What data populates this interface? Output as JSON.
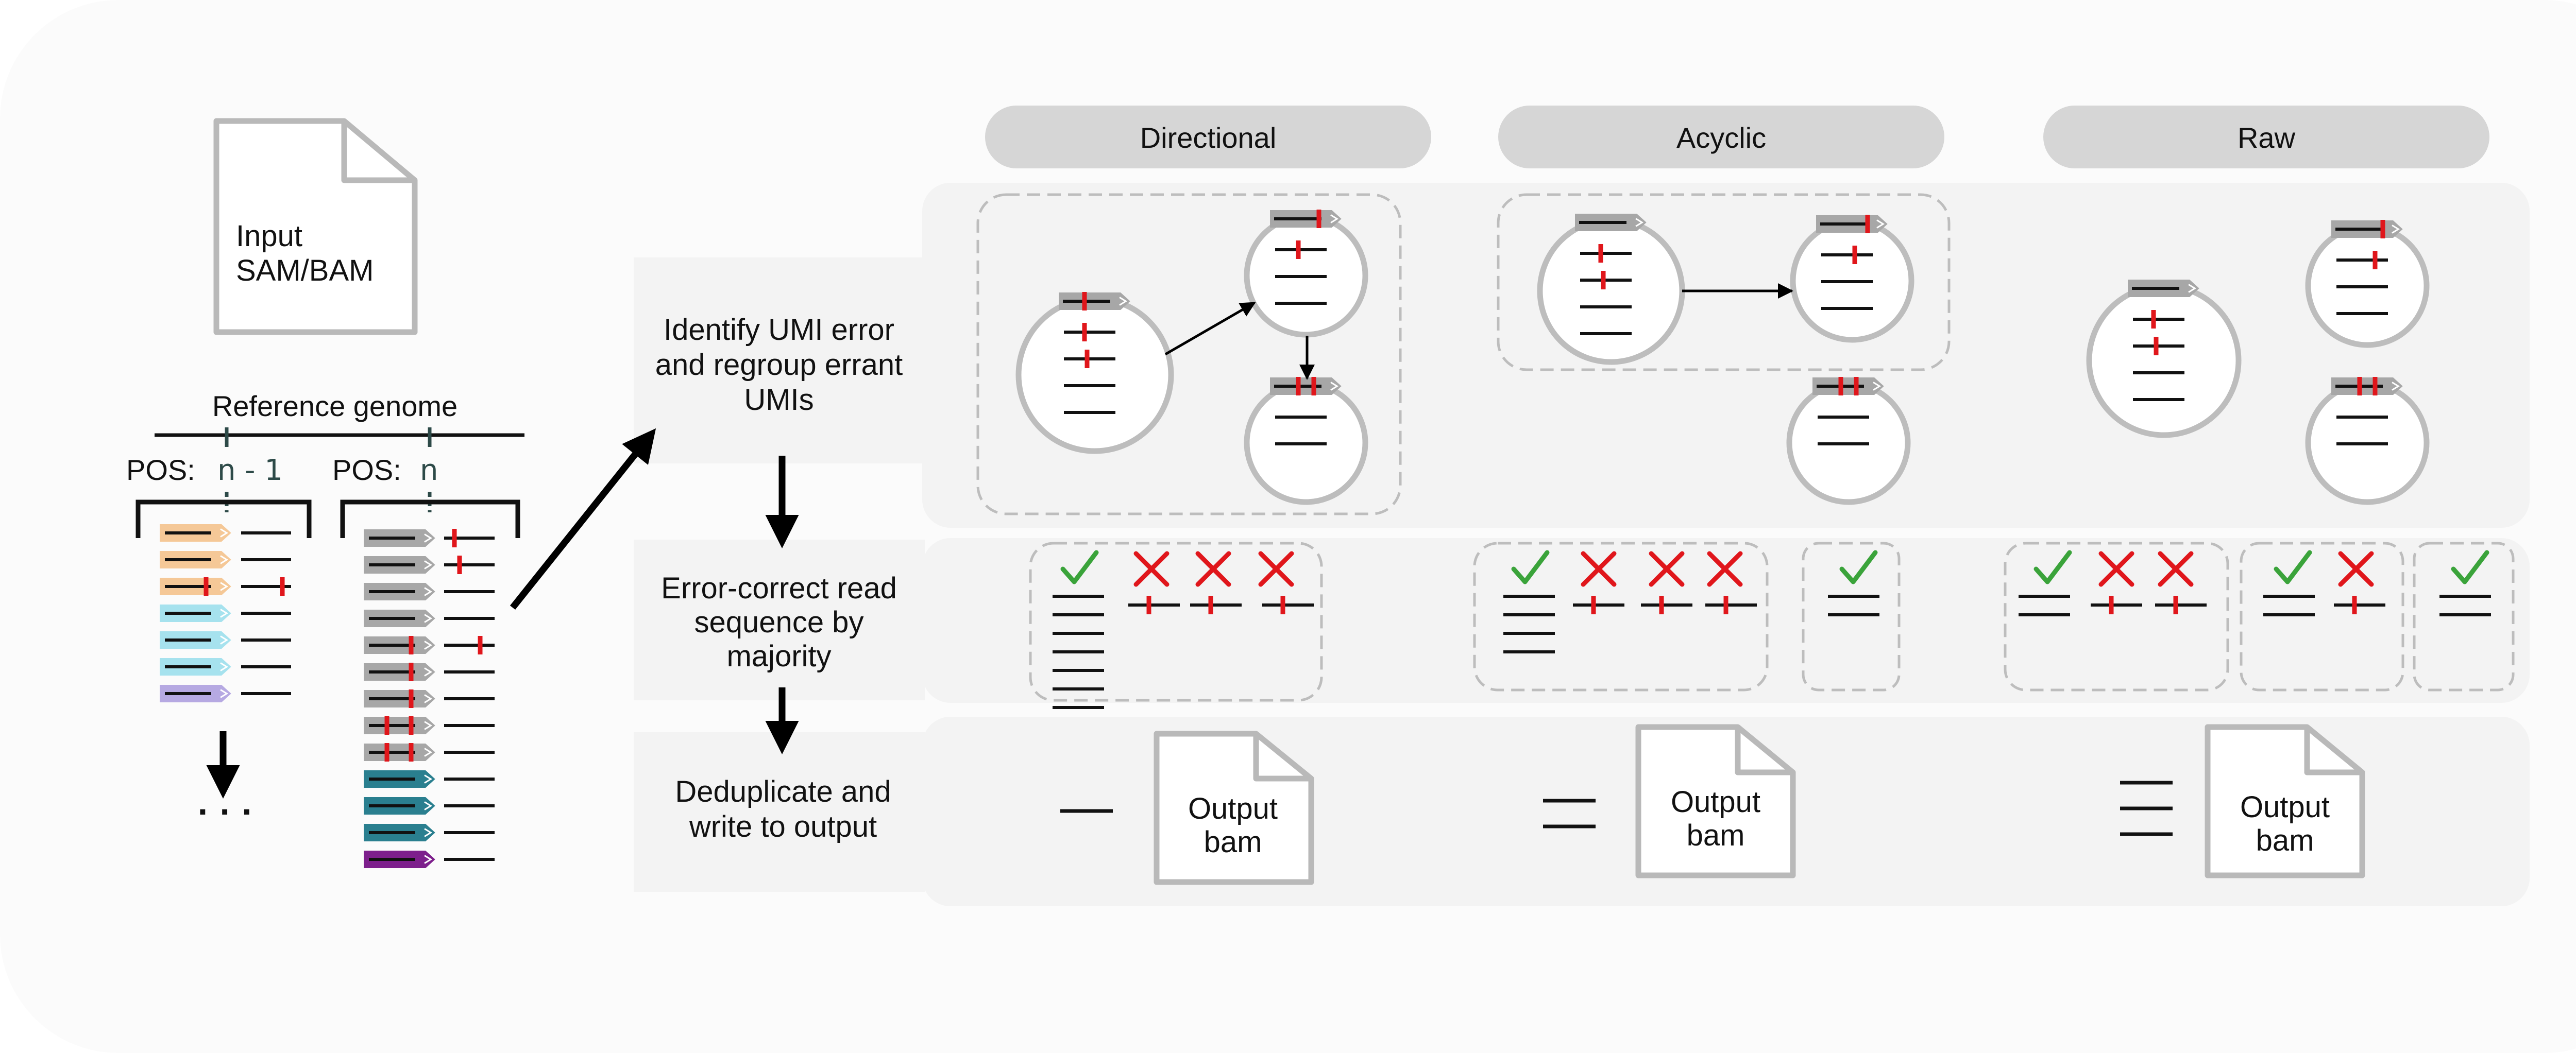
{
  "input": {
    "line1": "Input",
    "line2": "SAM/BAM"
  },
  "reference": {
    "title": "Reference genome",
    "pos1_label": "POS:",
    "pos1_value": "n - 1",
    "pos2_label": "POS:",
    "pos2_value": "n",
    "ellipsis": "· · ·"
  },
  "methods": [
    "Directional",
    "Acyclic",
    "Raw"
  ],
  "steps": [
    {
      "lines": [
        "Identify UMI error",
        "and regroup errant",
        "UMIs"
      ]
    },
    {
      "lines": [
        "Error-correct read",
        "sequence by",
        "majority"
      ]
    },
    {
      "lines": [
        "Deduplicate and",
        "write to output"
      ]
    }
  ],
  "output": {
    "line1": "Output",
    "line2": "bam"
  },
  "colors": {
    "background_panel": "#fcfcfc",
    "row_panel": "#f3f3f3",
    "pill": "#d6d6d6",
    "read_orange": "#f5c897",
    "read_cyan": "#a6e2ee",
    "read_lavender": "#b6a9e2",
    "read_gray": "#a7a7a7",
    "read_teal": "#2a7f8f",
    "read_purple": "#7d1f8c",
    "error_red": "#e0161b",
    "check_green": "#3aa33a"
  }
}
